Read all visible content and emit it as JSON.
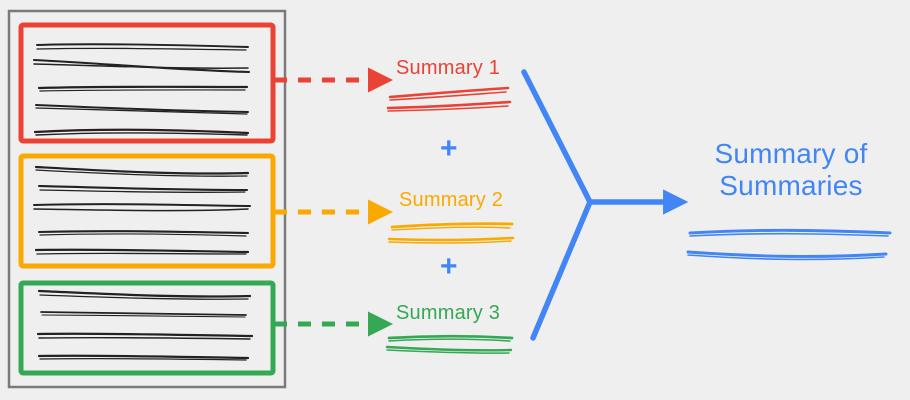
{
  "diagram": {
    "title": "Hierarchical summarization: chunk summaries combined into a summary of summaries",
    "background_color": "#efefef",
    "source_document": {
      "frame_name": "document-frame",
      "frame_color": "#7a7a7a",
      "chunks": [
        {
          "id": "chunk-1",
          "color": "#ea4335",
          "line_count": 5
        },
        {
          "id": "chunk-2",
          "color": "#faa900",
          "line_count": 5
        },
        {
          "id": "chunk-3",
          "color": "#34a853",
          "line_count": 4
        }
      ]
    },
    "arrows": [
      {
        "id": "arrow-chunk-1",
        "style": "dashed",
        "color": "#ea4335"
      },
      {
        "id": "arrow-chunk-2",
        "style": "dashed",
        "color": "#faa900"
      },
      {
        "id": "arrow-chunk-3",
        "style": "dashed",
        "color": "#34a853"
      },
      {
        "id": "arrow-merge",
        "style": "solid",
        "color": "#4285f4"
      }
    ],
    "summaries": [
      {
        "id": "summary-1",
        "label": "Summary 1",
        "color": "#ea4335",
        "line_count": 2
      },
      {
        "id": "summary-2",
        "label": "Summary 2",
        "color": "#faa900",
        "line_count": 2
      },
      {
        "id": "summary-3",
        "label": "Summary 3",
        "color": "#34a853",
        "line_count": 2
      }
    ],
    "operators": [
      {
        "id": "plus-1",
        "symbol": "+",
        "color": "#4285f4"
      },
      {
        "id": "plus-2",
        "symbol": "+",
        "color": "#4285f4"
      }
    ],
    "result": {
      "id": "summary-of-summaries",
      "label_line_1": "Summary of",
      "label_line_2": "Summaries",
      "color": "#4285f4",
      "line_count": 2
    }
  }
}
